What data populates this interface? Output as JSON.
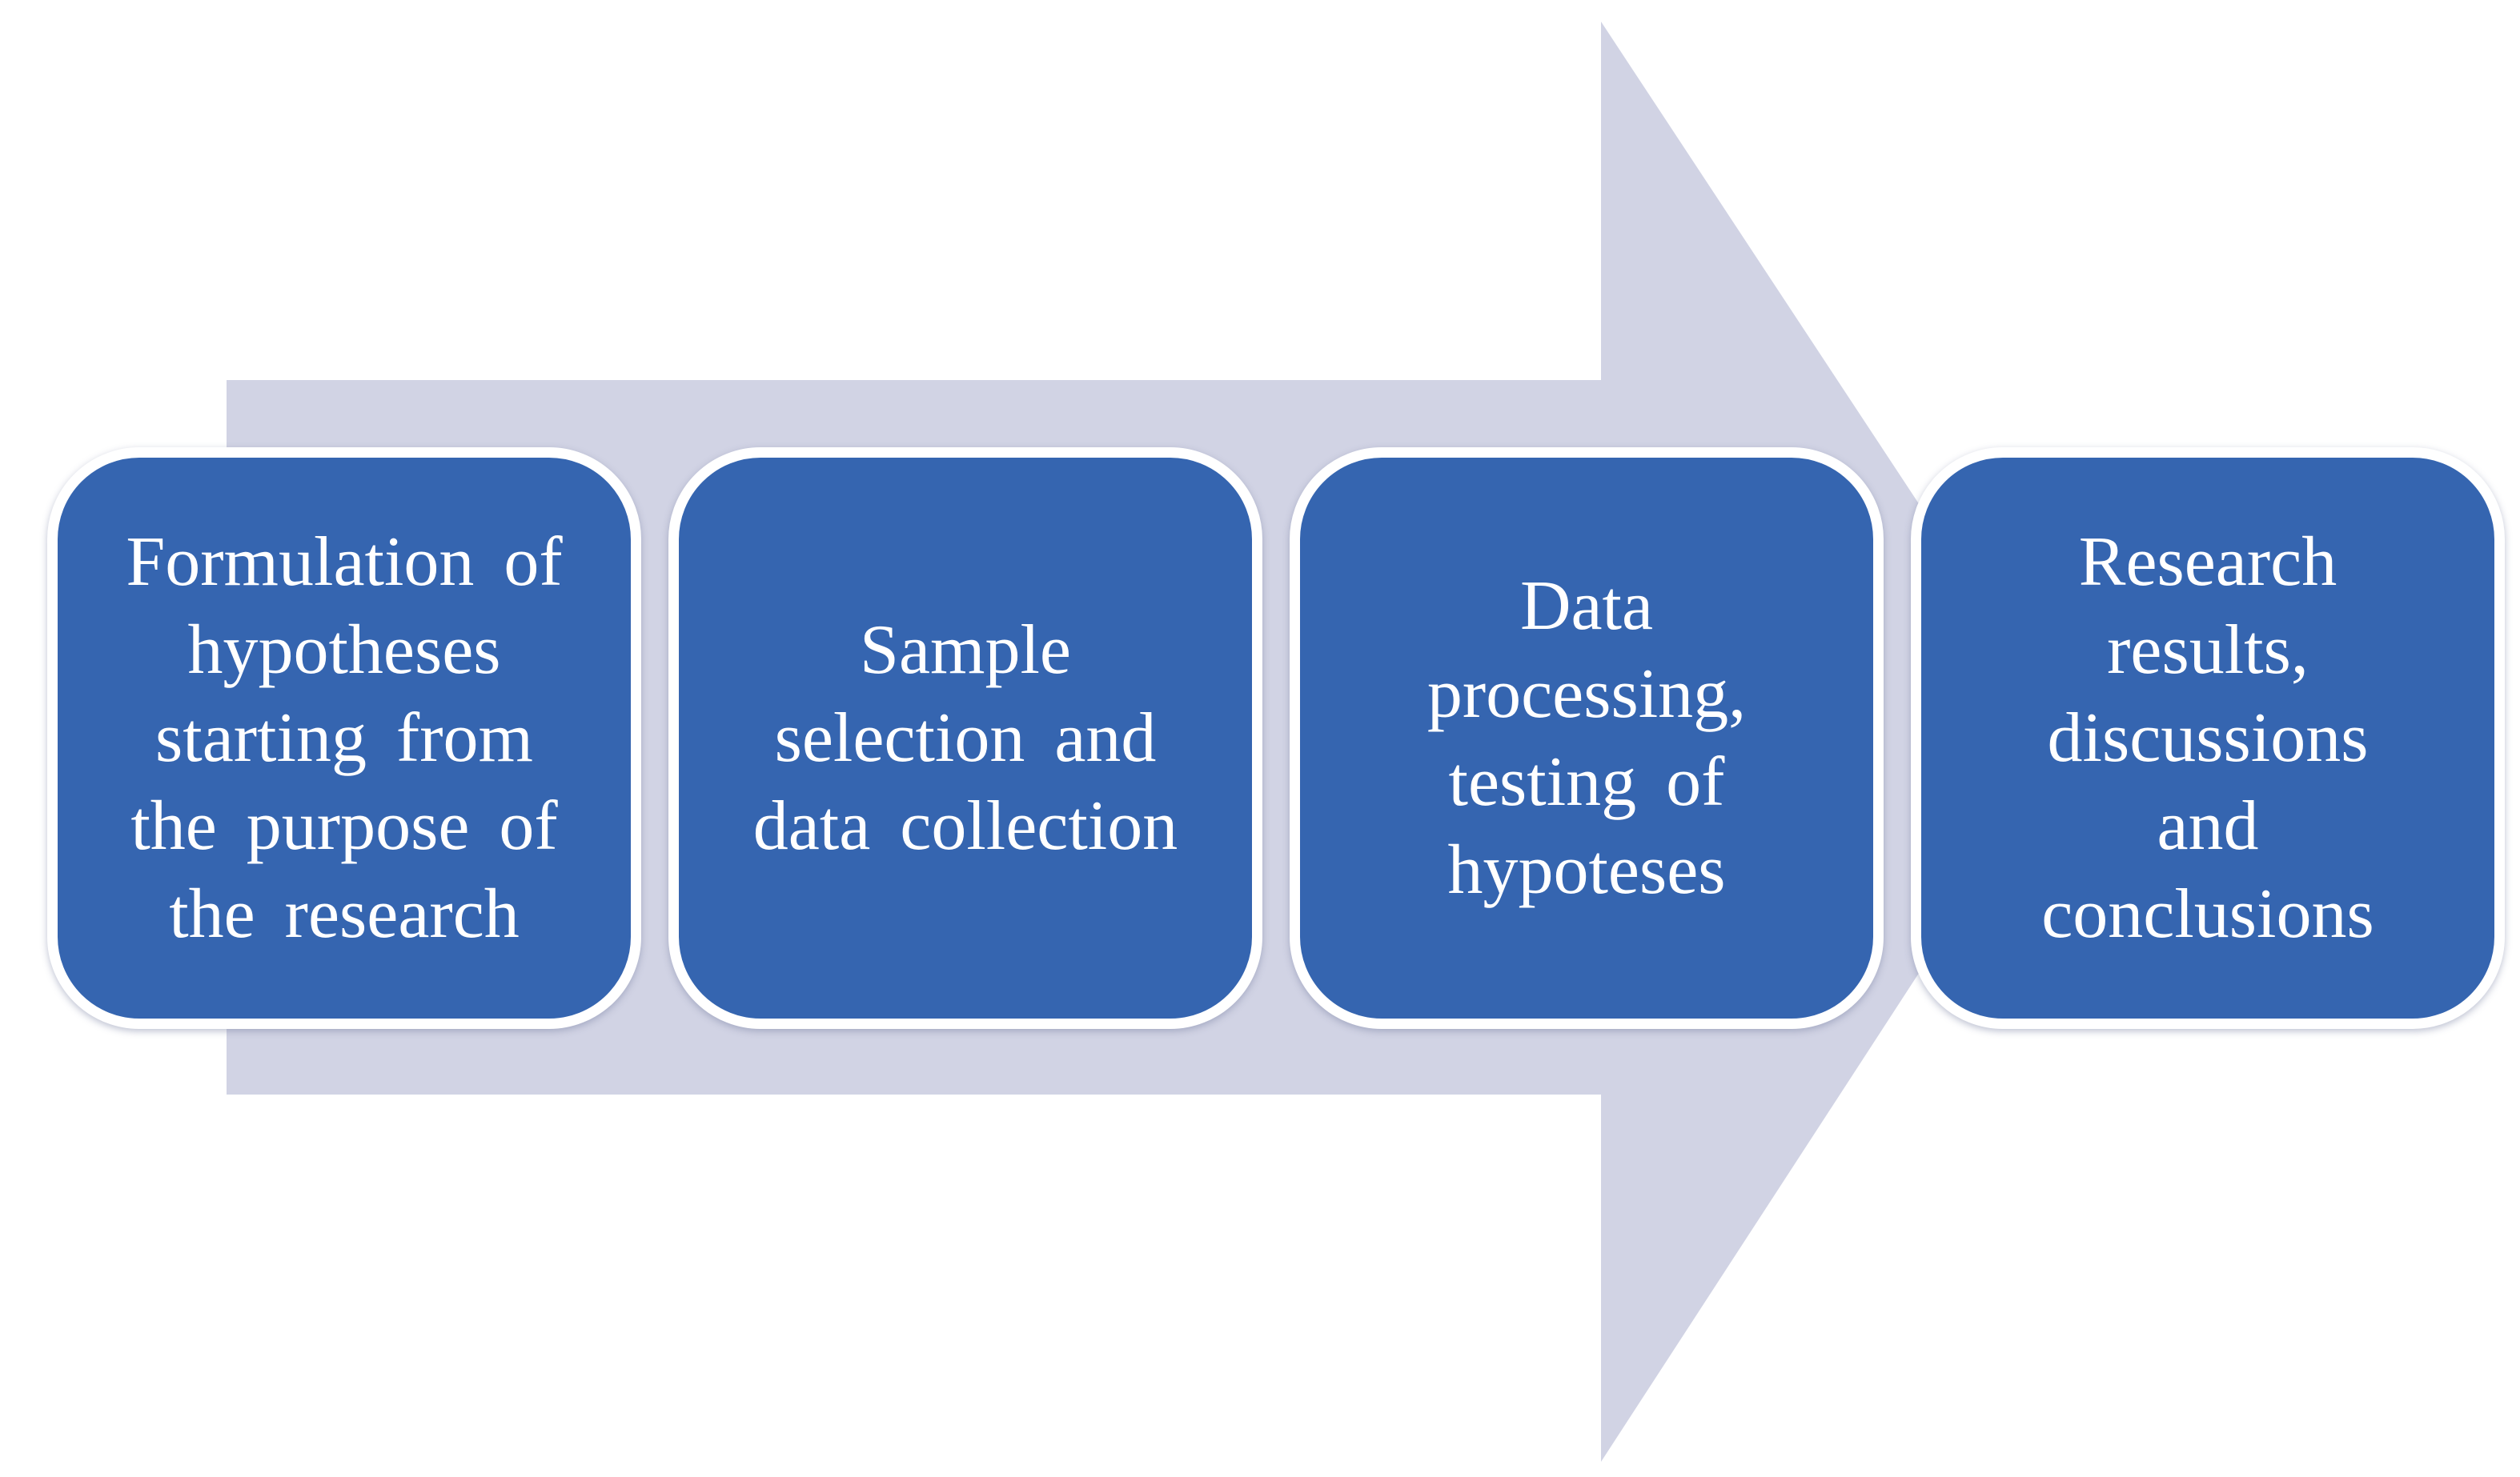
{
  "diagram": {
    "type": "process-flow-right-arrow",
    "direction": "left-to-right",
    "colors": {
      "step_fill": "#3565B0",
      "step_text": "#FFFFFF",
      "step_border": "#FFFFFF",
      "arrow_fill": "#D1D3E4",
      "background": "#FFFFFF"
    },
    "steps": [
      {
        "label": "Formulation of\nhypotheses\nstarting from\nthe purpose of\nthe research"
      },
      {
        "label": "Sample\nselection and\ndata collection"
      },
      {
        "label": "Data\nprocessing,\ntesting of\nhypoteses"
      },
      {
        "label": "Research\nresults,\ndiscussions\nand\nconclusions"
      }
    ]
  }
}
